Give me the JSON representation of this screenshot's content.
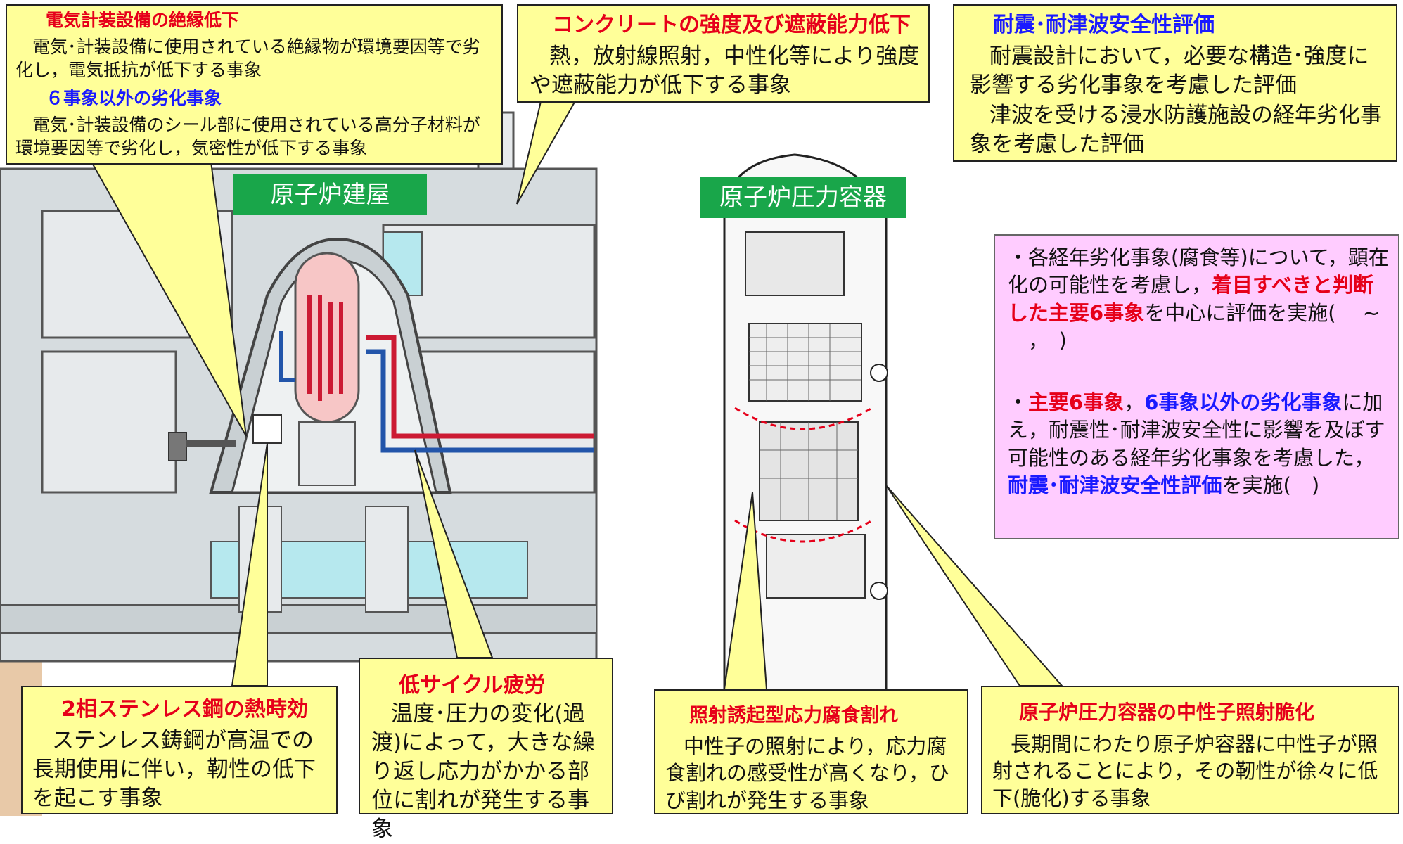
{
  "callouts": {
    "electrical": {
      "title1": "電気計装設備の絶縁低下",
      "body1": "電気･計装設備に使用されている絶縁物が環境要因等で劣化し，電気抵抗が低下する事象",
      "title2": "６事象以外の劣化事象",
      "body2": "電気･計装設備のシール部に使用されている高分子材料が環境要因等で劣化し，気密性が低下する事象"
    },
    "concrete": {
      "title": "コンクリートの強度及び遮蔽能力低下",
      "body": "熱，放射線照射，中性化等により強度や遮蔽能力が低下する事象"
    },
    "seismic": {
      "title": "耐震･耐津波安全性評価",
      "body1": "耐震設計において，必要な構造･強度に影響する劣化事象を考慮した評価",
      "body2": "津波を受ける浸水防護施設の経年劣化事象を考慮した評価"
    },
    "stainless": {
      "title": "2相ステンレス鋼の熱時効",
      "body": "ステンレス鋳鋼が高温での長期使用に伴い，靭性の低下を起こす事象"
    },
    "fatigue": {
      "title": "低サイクル疲労",
      "body": "温度･圧力の変化(過渡)によって，大きな繰り返し応力がかかる部位に割れが発生する事象"
    },
    "iascc": {
      "title": "照射誘起型応力腐食割れ",
      "body": "中性子の照射により，応力腐食割れの感受性が高くなり，ひび割れが発生する事象"
    },
    "embrittlement": {
      "title": "原子炉圧力容器の中性子照射脆化",
      "body": "長期間にわたり原子炉容器に中性子が照射されることにより，その靭性が徐々に低下(脆化)する事象"
    }
  },
  "labels": {
    "reactor_building": "原子炉建屋",
    "pressure_vessel": "原子炉圧力容器"
  },
  "summary": {
    "p1_a": "・各経年劣化事象(腐食等)について，顕在化の可能性を考慮し，",
    "p1_b": "着目すべきと判断した主要6事象",
    "p1_c": "を中心に評価を実施(　 ~ 　，　)",
    "p2_a": "・",
    "p2_b": "主要6事象",
    "p2_c": "，",
    "p2_d": "6事象以外の劣化事象",
    "p2_e": "に加え，耐震性･耐津波安全性に影響を及ぼす可能性のある経年劣化事象を考慮した，",
    "p2_f": "耐震･耐津波安全性評価",
    "p2_g": "を実施(　)"
  },
  "colors": {
    "callout_fill": "#ffff99",
    "label_green": "#19a64a",
    "summary_fill": "#ffccff",
    "heading_blue": "#1a1aff",
    "heading_red": "#e6001a",
    "pipe_red": "#cc1a33",
    "pipe_blue": "#2255aa",
    "vessel_pink": "#f7c6c6",
    "pool_cyan": "#b6e8ee"
  }
}
